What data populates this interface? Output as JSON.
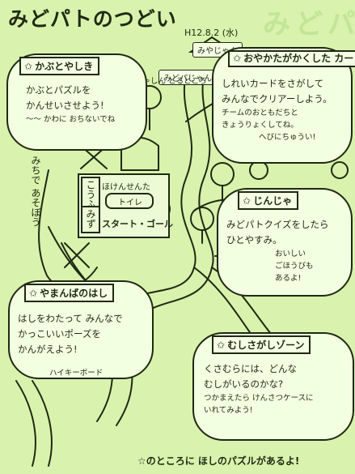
{
  "title": "みどパトのつどい",
  "watermark": "みどパ",
  "date": "H12.8.2 (水)",
  "map_tags": {
    "midoparu": "みどパじゃん",
    "midopatrol_top": "みやじゃん",
    "photo": "しゃしん とるところ"
  },
  "sections": {
    "kabuto": {
      "heading": "かぶとやしき",
      "body": [
        "かぶとパズルを",
        "かんせいさせよう!"
      ],
      "note": "〜〜 かわに おちないでね"
    },
    "card": {
      "heading": "おやかたがかくした カードをさがせ!",
      "body": [
        "しれいカードをさがして",
        "みんなでクリアーしよう。"
      ],
      "note": [
        "チームのおともだちと",
        "きょうりょくしてね。"
      ],
      "warning": "へびにちゅうい!"
    },
    "jinja": {
      "heading": "じんじゃ",
      "body": [
        "みどパトクイズをしたら",
        "ひとやすみ。"
      ],
      "note": [
        "おいしい",
        "ごほうびも",
        "あるよ!"
      ]
    },
    "yamanba": {
      "heading": "やまんばのはし",
      "body": [
        "はしをわたって みんなで",
        "かっこいいポーズを",
        "かんがえよう!"
      ],
      "note": "ハイキーボード"
    },
    "mushi": {
      "heading": "むしさがしゾーン",
      "body": [
        "くさむらには、どんな",
        "むしがいるのかな?",
        "つかまえたら けんさつケースに",
        "いれてみよう!"
      ]
    }
  },
  "buildings": {
    "tower_left": "こうふ",
    "tower_mid": "ほけんせんた",
    "toilet": "トイレ",
    "start": "スタート・ゴール",
    "water": "みず",
    "path_label": "みちで あそぼう"
  },
  "footer": "☆のところに ほしのパズルがあるよ!",
  "colors": {
    "bg": "#d9f2ad",
    "ink": "#1e2a12",
    "bubble": "#f2ffe0"
  }
}
